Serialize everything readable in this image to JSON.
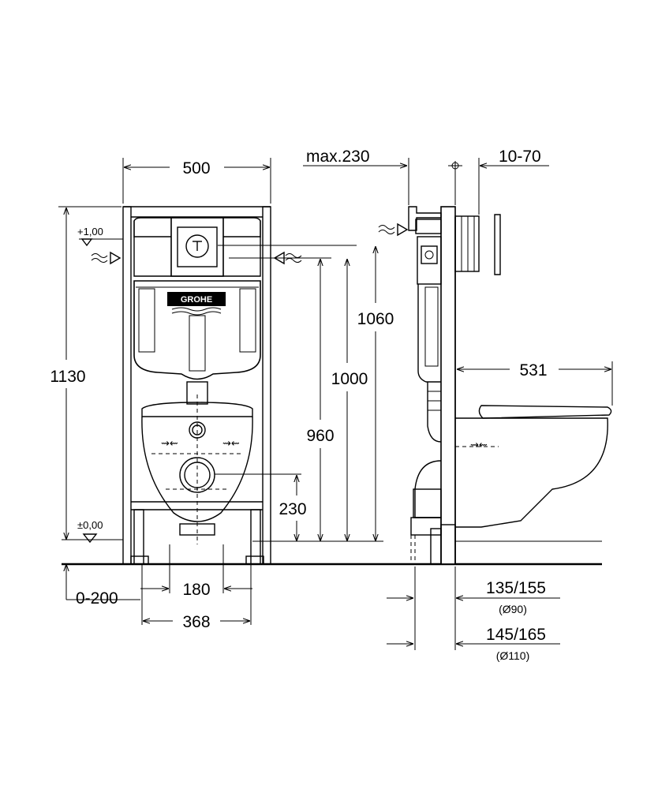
{
  "front_view": {
    "width": "500",
    "height_total": "1130",
    "height_1060": "1060",
    "height_1000": "1000",
    "height_960": "960",
    "height_230": "230",
    "level_top": "+1,00",
    "level_zero": "±0,00",
    "floor_range": "0-200",
    "span_180": "180",
    "span_368": "368",
    "brand_logo": "GROHE"
  },
  "side_view": {
    "max_depth": "max.230",
    "wall_range": "10-70",
    "bowl_length": "531",
    "outlet_90_range": "135/155",
    "outlet_90_dia": "(Ø90)",
    "outlet_110_range": "145/165",
    "outlet_110_dia": "(Ø110)"
  }
}
